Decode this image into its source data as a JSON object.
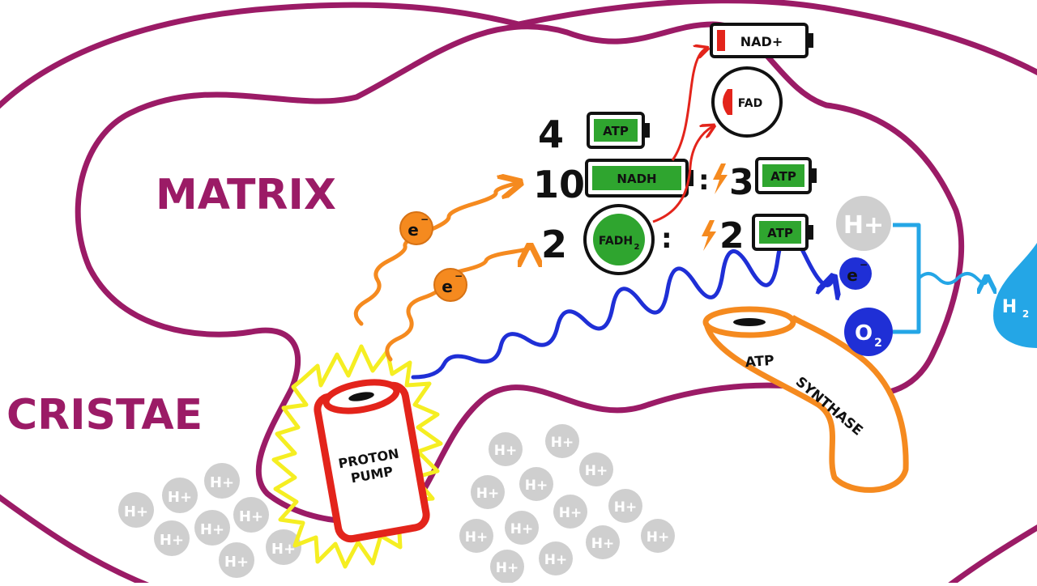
{
  "labels": {
    "matrix": "MATRIX",
    "cristae": "CRISTAE",
    "proton_pump_line1": "PROTON",
    "proton_pump_line2": "PUMP",
    "atp_synthase_atp": "ATP",
    "atp_synthase_syn": "SYNTHASE"
  },
  "yields": {
    "atp_count": "4",
    "atp_label": "ATP",
    "nadh_count": "10",
    "nadh_label": "NADH",
    "nadh_colon": ":",
    "nadh_atp_count": "3",
    "nadh_atp_label": "ATP",
    "fadh2_count": "2",
    "fadh2_label_main": "FADH",
    "fadh2_label_sub": "2",
    "fadh2_colon": ":",
    "fadh2_atp_count": "2",
    "fadh2_atp_label": "ATP"
  },
  "oxidized": {
    "nad_label": "NAD+",
    "fad_label": "FAD"
  },
  "particles": {
    "electron": "e",
    "electron_sup": "−",
    "hydrogen": "H+",
    "oxygen_main": "O",
    "oxygen_sub": "2",
    "water": "H",
    "water_sub": "2"
  },
  "colors": {
    "membrane": "#9b1b66",
    "electron_orange": "#f58a1f",
    "electron_blue": "#1f2fd6",
    "battery_green": "#2fa52f",
    "battery_red": "#e3241b",
    "glow_yellow": "#f5ee22",
    "pump_red": "#e3241b",
    "synthase_orange": "#f58a1f",
    "cyan": "#24a6e6",
    "proton_gray": "#cfcfcf",
    "lightning": "#f58a1f"
  }
}
